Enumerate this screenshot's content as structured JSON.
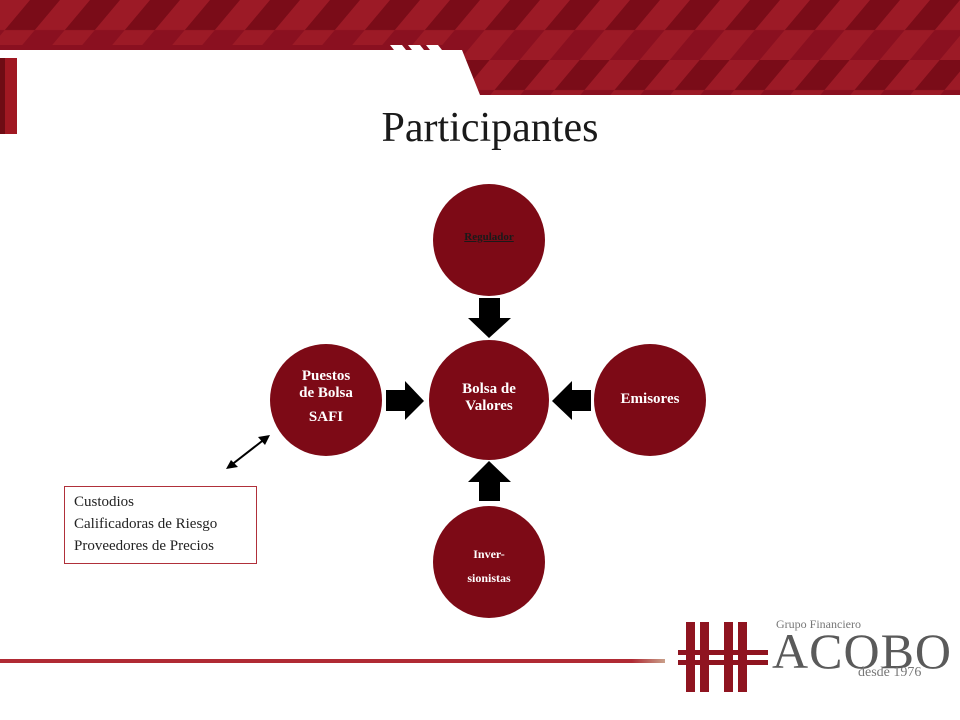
{
  "title": "Participantes",
  "nodes": {
    "center": {
      "line1": "Bolsa de",
      "line2": "Valores"
    },
    "top": {
      "label": "Regulador"
    },
    "right": {
      "label": "Emisores"
    },
    "bottom": {
      "line1": "Inver-",
      "line2": "sionistas"
    },
    "left": {
      "line1": "Puestos",
      "line2": "de Bolsa",
      "line3": "SAFI"
    }
  },
  "side_box": {
    "items": [
      "Custodios",
      "Calificadoras de Riesgo",
      "Proveedores de Precios"
    ]
  },
  "logo": {
    "tagline": "Grupo Financiero",
    "name": "ACOBO",
    "since": "desde 1976"
  },
  "colors": {
    "node_fill": "#7d0a16",
    "banner_dark": "#7a0c18",
    "banner_light": "#9c1a26",
    "arrow": "#000000",
    "footer_line": "#a01822"
  }
}
